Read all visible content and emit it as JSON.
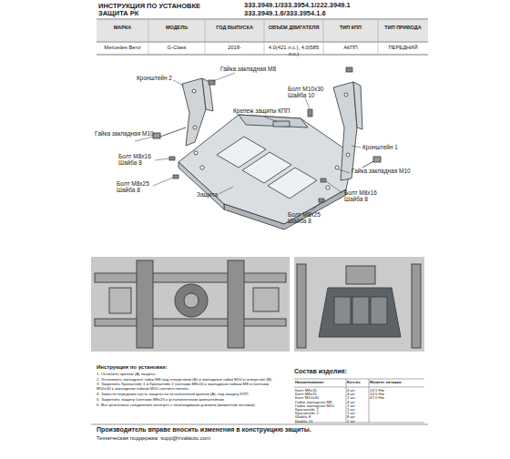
{
  "diagram": {
    "title": "ИНСТРУКЦИЯ ПО УСТАНОВКЕ",
    "labels": [
      "ЗАЩИТА РК",
      "333.3949.1/333.3954.1/222.3949.1",
      "333.3949.1.6/333.3954.1.6",
      "МАРКА",
      "МОДЕЛЬ",
      "ГОД ВЫПУСКА",
      "ОБЪЕМ ДВИГАТЕЛЯ",
      "ТИП КПП",
      "ТИП ПРИВОДА",
      "Mercedes Benz",
      "G-Class",
      "2018-",
      "4.0(421 л.с.), 4.0(585 л.с.)",
      "АКПП",
      "ПЕРЕДНИЙ",
      "Кронштейн 2",
      "Гайка закладная М8",
      "Болт М10х30 Шайба 10",
      "Крепеж защиты КПП",
      "Кронштейн 1",
      "Гайка закладная М10",
      "Болт М8х16 Шайба 8",
      "Болт М8х25 Шайба 8",
      "Защита",
      "Гайка закладная М10",
      "Болт М8х16 Шайба 8",
      "Болт М8х25 Шайба 8",
      "Инструкция по установке:",
      "1. Ослабить крепеж (А) защиты.",
      "2. Установить закладные гайки М8 над отверстием (Б) и закладные гайки М10 в отверстия (В).",
      "3. Закрепить Кронштейн 1 и Кронштейн 2 болтами М8х16 к закладным гайкам М8 и болтами М10х30 к закладным гайкам М10 соответственно.",
      "4. Завести переднюю часть защиты на ослабленный крепеж (А), под защиту КПП.",
      "5. Закрепить защиту болтами М8х25 к установленным кронштейнам.",
      "6. Все резьбовые соединения затянуть с необходимым усилием (моментом затяжки).",
      "Состав изделия:",
      "Наименование",
      "Кол-во",
      "Момент затяжки",
      "Болт М8х16",
      "4 шт",
      "24.5 Нм",
      "Болт М8х25",
      "4 шт",
      "24.5 Нм",
      "Болт М10х30",
      "2 шт",
      "47.0 Нм",
      "Гайка закладная М8",
      "4 шт",
      "Гайка закладная М10",
      "2 шт",
      "Кронштейн 1",
      "1 шт",
      "Кронштейн 2",
      "1 шт",
      "Шайба 8",
      "8 шт",
      "Шайба 10",
      "2 шт",
      "Производитель вправе вносить изменения в конструкцию защиты.",
      "Техническая поддержка: supp@rivalauto.com"
    ]
  }
}
